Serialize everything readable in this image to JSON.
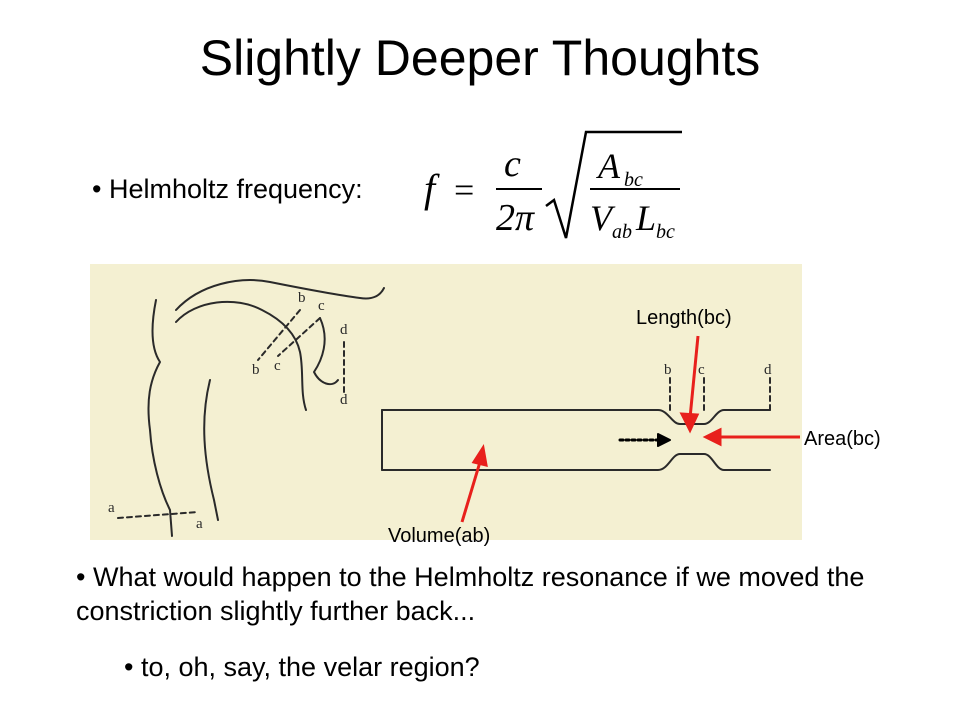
{
  "title": "Slightly Deeper Thoughts",
  "bullet1": "Helmholtz frequency:",
  "formula": {
    "lhs": "f",
    "equals": "=",
    "numerator": "c",
    "denominator": "2π",
    "area_symbol": "A",
    "area_subscript": "bc",
    "volume_symbol": "V",
    "volume_subscript": "ab",
    "length_symbol": "L",
    "length_subscript": "bc"
  },
  "labels": {
    "length": "Length(bc)",
    "area": "Area(bc)",
    "volume": "Volume(ab)"
  },
  "figure_letters": {
    "a": "a",
    "b": "b",
    "c": "c",
    "d": "d"
  },
  "bullet2": "What would happen to the Helmholtz resonance if we moved the constriction slightly further back...",
  "bullet3": "to, oh, say, the velar region?",
  "colors": {
    "arrow": "#e8201c",
    "scan_bg": "#f4f0d2",
    "ink": "#2a2a2a"
  }
}
